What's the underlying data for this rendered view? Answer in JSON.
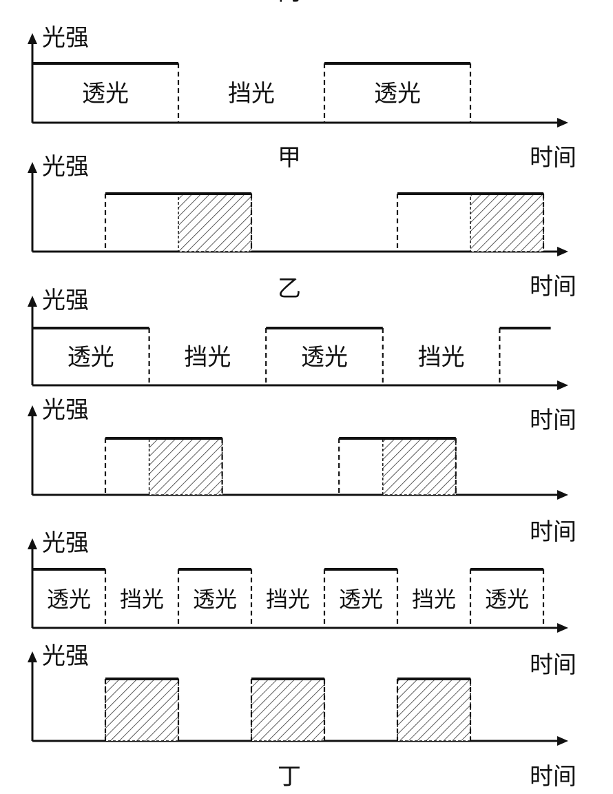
{
  "axis": {
    "y_label": "光强",
    "x_label": "时间"
  },
  "panels": [
    {
      "caption": "甲",
      "light_segments": [
        {
          "start": 0,
          "end": 2,
          "label": "透光",
          "first": true
        },
        {
          "start": 4,
          "end": 6,
          "label": "透光"
        }
      ],
      "dark_labels": [
        {
          "start": 2,
          "end": 4,
          "label": "挡光"
        }
      ]
    },
    {
      "caption": "",
      "light_segments": [
        {
          "start": 1,
          "end": 3,
          "hatch_start": 2
        },
        {
          "start": 5,
          "end": 7,
          "hatch_start": 6
        }
      ],
      "dark_labels": []
    },
    {
      "caption": "乙",
      "light_segments": [
        {
          "start": 0,
          "end": 1.6,
          "label": "透光",
          "first": true
        },
        {
          "start": 3.2,
          "end": 4.8,
          "label": "透光"
        },
        {
          "start": 6.4,
          "end": 7.1,
          "open_end": true
        }
      ],
      "dark_labels": [
        {
          "start": 1.6,
          "end": 3.2,
          "label": "挡光"
        },
        {
          "start": 4.8,
          "end": 6.4,
          "label": "挡光"
        }
      ]
    },
    {
      "caption": "",
      "light_segments": [
        {
          "start": 1,
          "end": 2.6,
          "hatch_start": 1.6
        },
        {
          "start": 4.2,
          "end": 5.8,
          "hatch_start": 4.8
        }
      ],
      "dark_labels": []
    },
    {
      "caption": "丙",
      "light_segments": [
        {
          "start": 0,
          "end": 1,
          "label": "透光",
          "first": true
        },
        {
          "start": 2,
          "end": 3,
          "label": "透光"
        },
        {
          "start": 4,
          "end": 5,
          "label": "透光"
        },
        {
          "start": 6,
          "end": 7,
          "label": "透光"
        }
      ],
      "dark_labels": [
        {
          "start": 1,
          "end": 2,
          "label": "挡光"
        },
        {
          "start": 3,
          "end": 4,
          "label": "挡光"
        },
        {
          "start": 5,
          "end": 6,
          "label": "挡光"
        }
      ]
    },
    {
      "caption": "丁",
      "light_segments": [
        {
          "start": 1,
          "end": 2,
          "hatch_start": 1
        },
        {
          "start": 3,
          "end": 4,
          "hatch_start": 3
        },
        {
          "start": 5,
          "end": 6,
          "hatch_start": 5
        }
      ],
      "dark_labels": []
    }
  ]
}
